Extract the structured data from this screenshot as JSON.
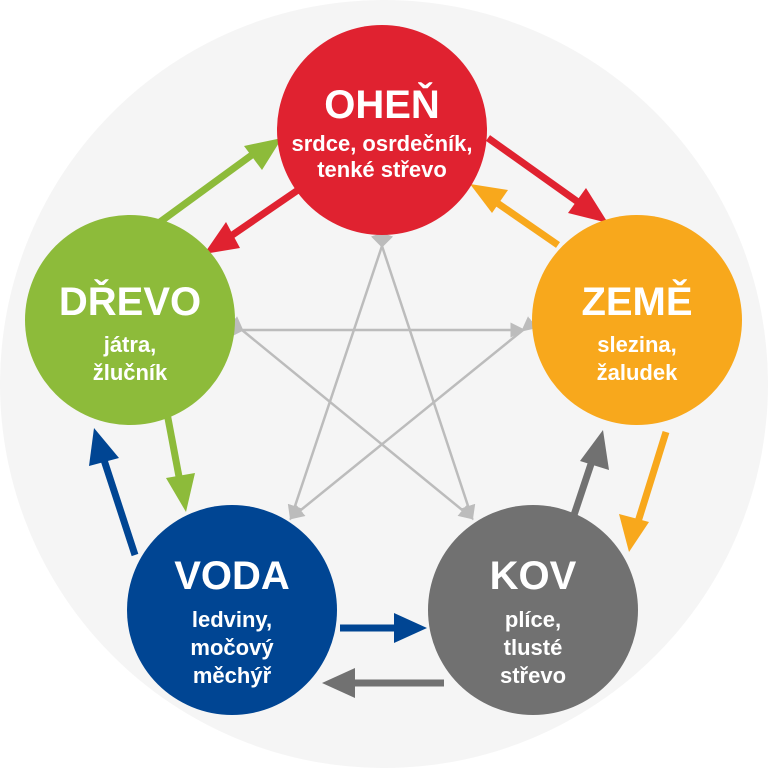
{
  "elements": [
    {
      "key": "fire",
      "title": "OHEŇ",
      "color": "#e02230",
      "organs": [
        "srdce, osrdečník,",
        "tenké střevo"
      ]
    },
    {
      "key": "earth",
      "title": "ZEMĚ",
      "color": "#f8a81c",
      "organs": [
        "slezina,",
        "žaludek"
      ]
    },
    {
      "key": "metal",
      "title": "KOV",
      "color": "#717171",
      "organs": [
        "plíce,",
        "tlusté",
        "střevo"
      ]
    },
    {
      "key": "water",
      "title": "VODA",
      "color": "#004593",
      "organs": [
        "ledviny,",
        "močový",
        "měchýř"
      ]
    },
    {
      "key": "wood",
      "title": "DŘEVO",
      "color": "#8dbb3a",
      "organs": [
        "játra,",
        "žlučník"
      ]
    }
  ],
  "colors": {
    "inner_star": "#bcbcbc",
    "halo": "#f3f3f3"
  }
}
